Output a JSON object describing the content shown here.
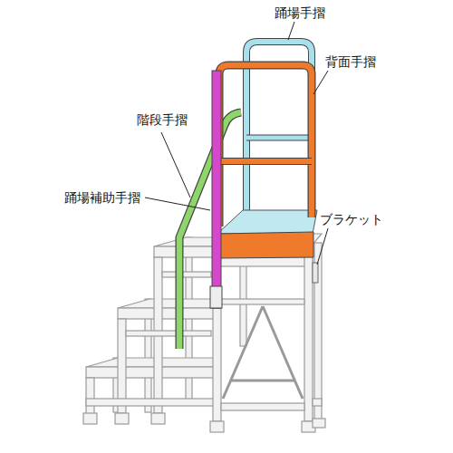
{
  "diagram": {
    "labels": [
      "踊場手摺",
      "背面手摺",
      "階段手摺",
      "踊場補助手摺",
      "ブラケット"
    ]
  }
}
